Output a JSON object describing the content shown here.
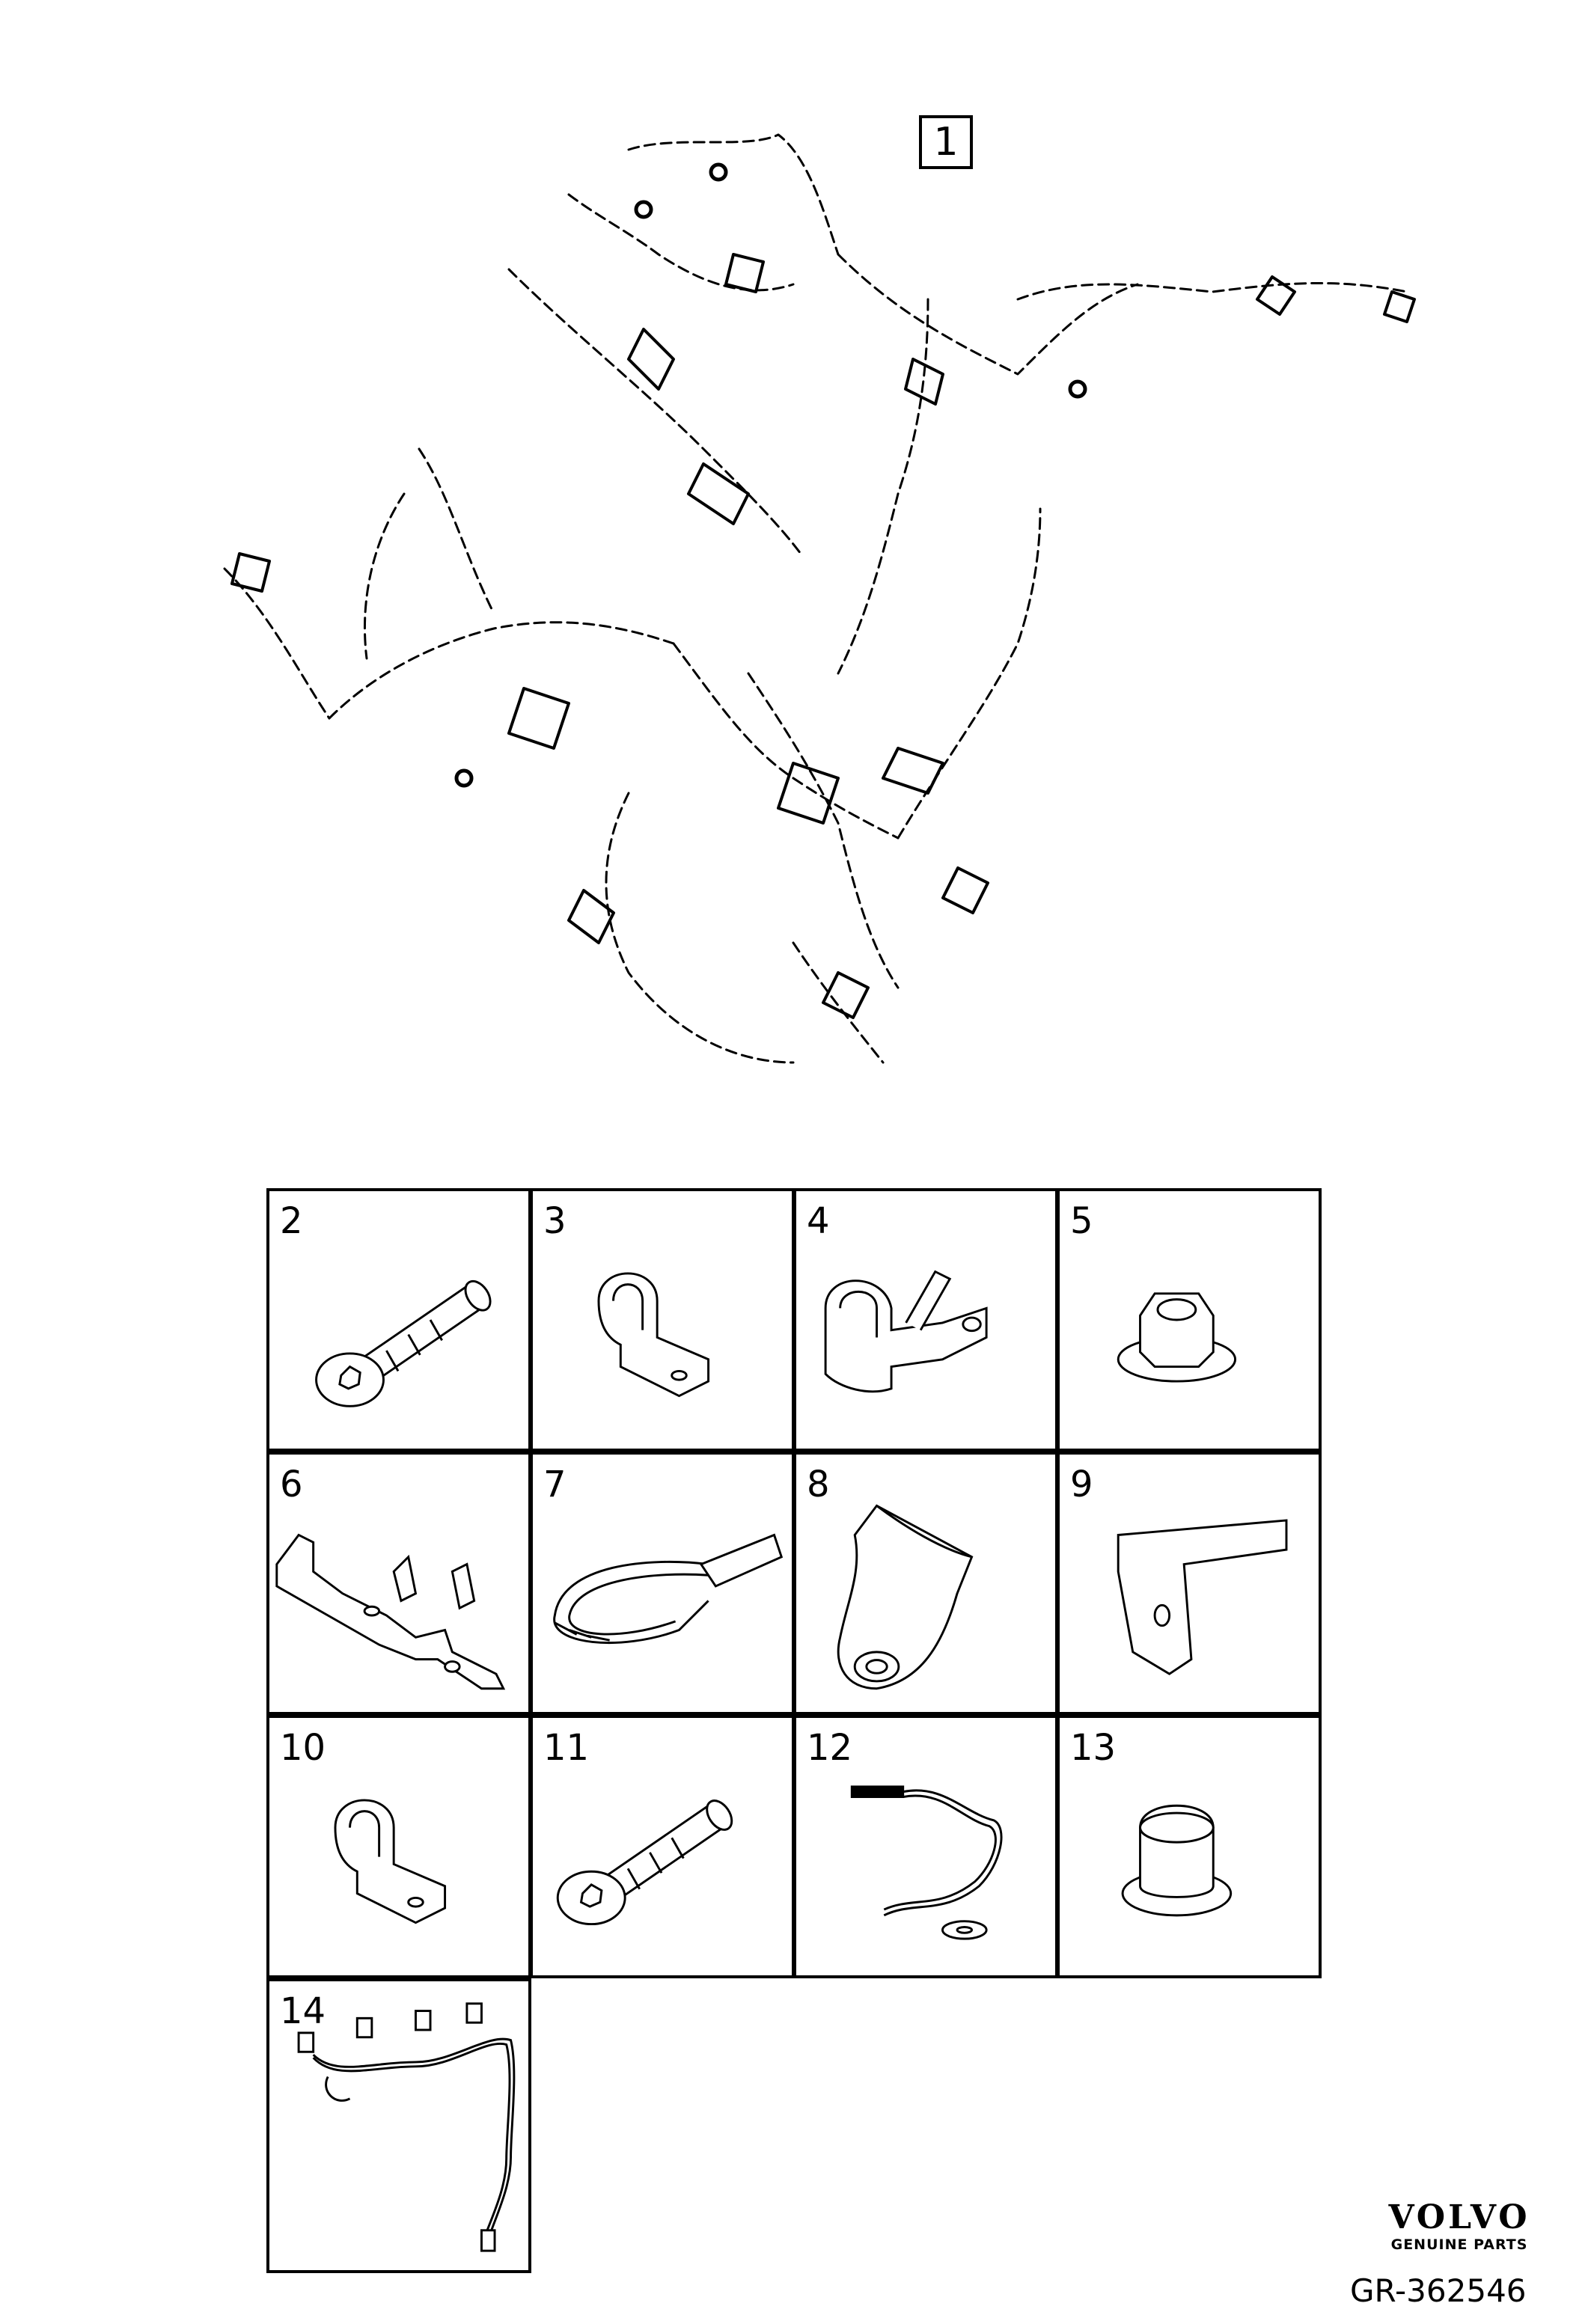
{
  "main_callout": "1",
  "parts": [
    {
      "number": "2",
      "icon": "torx-bolt-icon"
    },
    {
      "number": "3",
      "icon": "cable-clamp-icon"
    },
    {
      "number": "4",
      "icon": "tab-clip-icon"
    },
    {
      "number": "5",
      "icon": "flange-nut-icon"
    },
    {
      "number": "6",
      "icon": "bracket-icon"
    },
    {
      "number": "7",
      "icon": "cable-tie-icon"
    },
    {
      "number": "8",
      "icon": "protective-cap-icon"
    },
    {
      "number": "9",
      "icon": "angle-bracket-icon"
    },
    {
      "number": "10",
      "icon": "cable-clamp-icon"
    },
    {
      "number": "11",
      "icon": "torx-bolt-icon"
    },
    {
      "number": "12",
      "icon": "ground-lead-icon"
    },
    {
      "number": "13",
      "icon": "cap-nut-icon"
    },
    {
      "number": "14",
      "icon": "injector-harness-icon"
    }
  ],
  "brand": {
    "name": "VOLVO",
    "tagline": "GENUINE PARTS"
  },
  "reference": "GR-362546"
}
